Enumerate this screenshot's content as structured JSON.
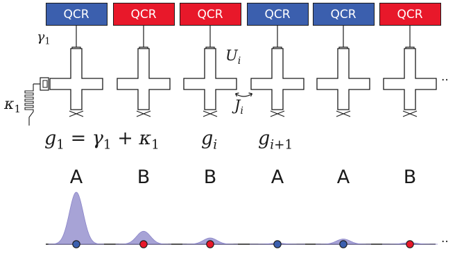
{
  "qcr_label": "QCR",
  "colors": {
    "blue": "#3b5fae",
    "red": "#e8182a",
    "peak": "#8a84c8",
    "line": "#1a1a1a"
  },
  "sites": [
    {
      "type": "A",
      "qcr_color": "blue",
      "dot_color": "blue",
      "amplitude": 1.0
    },
    {
      "type": "B",
      "qcr_color": "red",
      "dot_color": "red",
      "amplitude": 0.25
    },
    {
      "type": "B",
      "qcr_color": "red",
      "dot_color": "red",
      "amplitude": 0.12
    },
    {
      "type": "A",
      "qcr_color": "blue",
      "dot_color": "blue",
      "amplitude": 0.02
    },
    {
      "type": "A",
      "qcr_color": "blue",
      "dot_color": "blue",
      "amplitude": 0.1
    },
    {
      "type": "B",
      "qcr_color": "red",
      "dot_color": "red",
      "amplitude": 0.03
    }
  ],
  "labels": {
    "gamma": {
      "symbol": "γ",
      "sub": "1"
    },
    "kappa": {
      "symbol": "κ",
      "sub": "1"
    },
    "U": {
      "symbol": "U",
      "sub": "i"
    },
    "J": {
      "symbol": "J",
      "sub": "i"
    },
    "g1_lhs": "g",
    "g1_lhs_sub": "1",
    "g1_eq": " = ",
    "g1_gamma": "γ",
    "g1_gamma_sub": "1",
    "g1_plus": " + ",
    "g1_kappa": "κ",
    "g1_kappa_sub": "1",
    "gi": {
      "symbol": "g",
      "sub": "i"
    },
    "gi1": {
      "symbol": "g",
      "sub_i": "i",
      "sub_rest": "+1"
    }
  },
  "ellipsis": "··"
}
